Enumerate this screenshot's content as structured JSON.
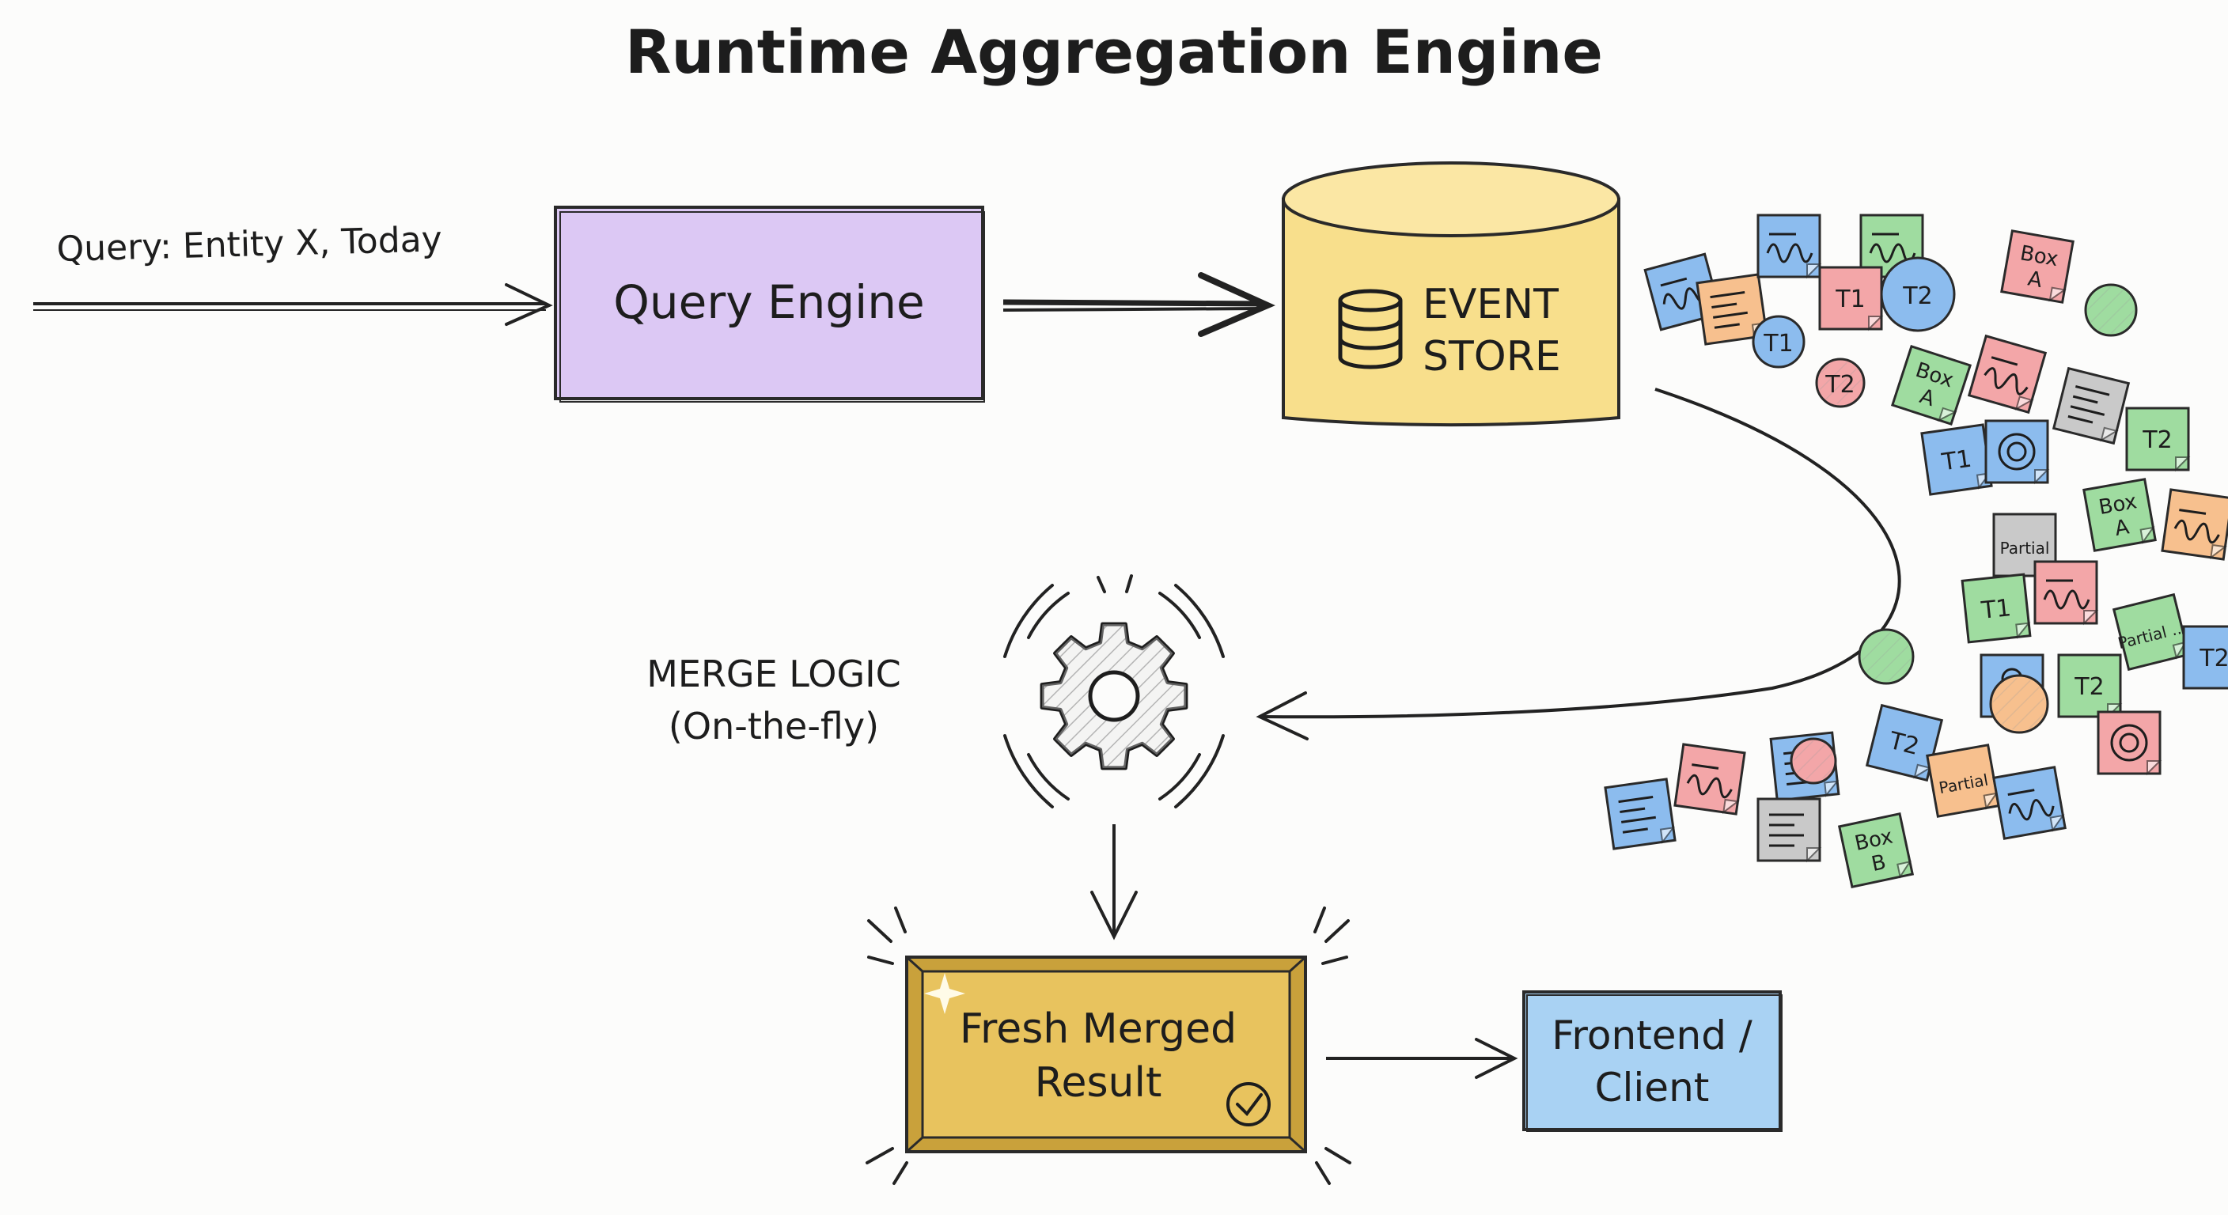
{
  "title": "Runtime Aggregation Engine",
  "query": {
    "label": "Query: Entity X, Today"
  },
  "query_engine": {
    "label": "Query Engine",
    "color": "#dcc8f4"
  },
  "event_store": {
    "line1": "EVENT",
    "line2": "STORE",
    "icon": "database-icon",
    "color": "#f8df8c"
  },
  "merge_logic": {
    "line1": "MERGE LOGIC",
    "line2": "(On-the-fly)",
    "icon": "gear-icon"
  },
  "result": {
    "line1": "Fresh Merged",
    "line2": "Result",
    "icon": "check-circle-icon",
    "color": "#e8c35e"
  },
  "frontend": {
    "line1": "Frontend /",
    "line2": "Client",
    "color": "#a9d2f3"
  },
  "fragments": {
    "colors": {
      "blue": "#8cbcee",
      "green": "#9fdca0",
      "pink": "#f3a6a8",
      "orange": "#f7c08e",
      "gray": "#c9c9c9"
    },
    "labels": [
      "T1",
      "T2",
      "Box A",
      "Box B",
      "Partial",
      "Partial ..."
    ]
  }
}
